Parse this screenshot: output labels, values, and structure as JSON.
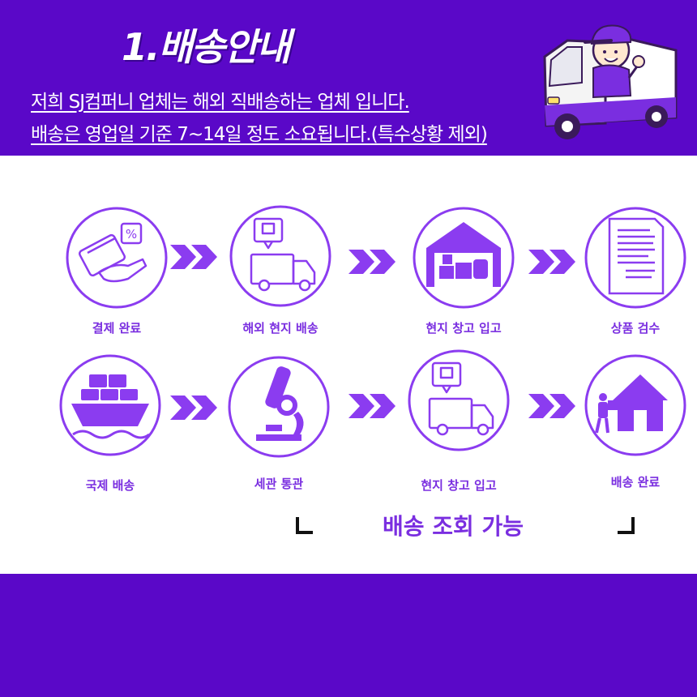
{
  "header": {
    "title": "1.배송안내",
    "line1": "저희 SJ컴퍼니 업체는 해외 직배송하는 업체 입니다.",
    "line2": "배송은 영업일 기준 7~14일 정도 소요됩니다.(특수상황 제외)"
  },
  "steps": [
    {
      "label": "결제 완료",
      "icon": "credit-card-icon"
    },
    {
      "label": "해외 현지 배송",
      "icon": "delivery-truck-icon"
    },
    {
      "label": "현지 창고 입고",
      "icon": "warehouse-icon"
    },
    {
      "label": "상품 검수",
      "icon": "document-icon"
    },
    {
      "label": "국제 배송",
      "icon": "cargo-ship-icon"
    },
    {
      "label": "세관 통관",
      "icon": "microscope-icon"
    },
    {
      "label": "현지 창고 입고",
      "icon": "delivery-truck-icon"
    },
    {
      "label": "배송 완료",
      "icon": "house-icon"
    }
  ],
  "tracking_label": "배송 조회 가능",
  "colors": {
    "brand": "#5a08c8",
    "accent": "#7a2ee0",
    "arrow": "#8b3cf0",
    "background": "#ffffff"
  }
}
